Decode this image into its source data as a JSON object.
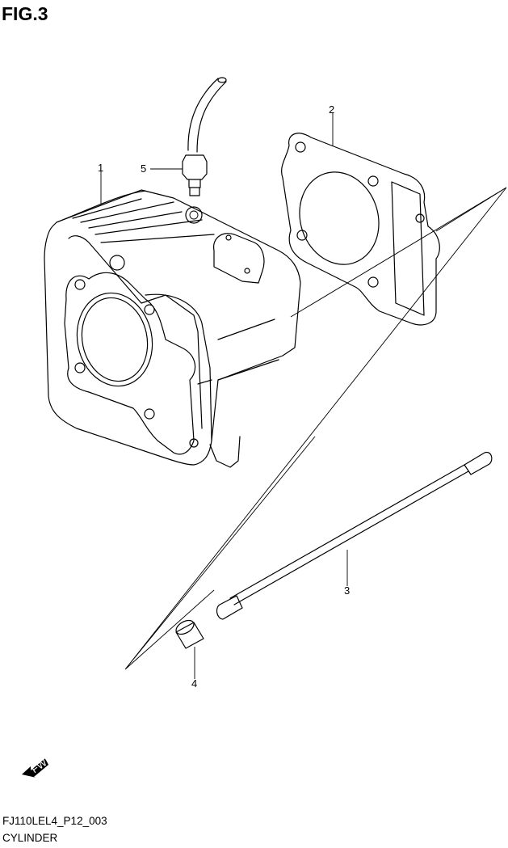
{
  "figure": {
    "title": "FIG.3"
  },
  "callouts": [
    {
      "number": "1"
    },
    {
      "number": "2"
    },
    {
      "number": "3"
    },
    {
      "number": "4"
    },
    {
      "number": "5"
    }
  ],
  "fwd_icon": {
    "label": "FWD",
    "icon": "fwd-arrow-icon"
  },
  "footer": {
    "code": "FJ110LEL4_P12_003",
    "name": "CYLINDER"
  }
}
